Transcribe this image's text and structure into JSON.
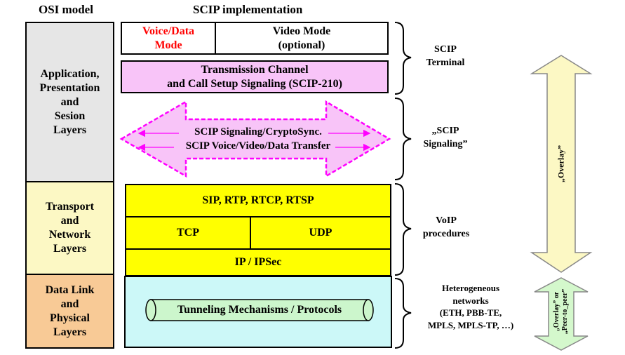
{
  "headers": {
    "osi": "OSI model",
    "scip": "SCIP implementation"
  },
  "osi_layers": [
    {
      "label": "Application,\nPresentation\nand\nSesion\nLayers",
      "color": "#e6e6e6"
    },
    {
      "label": "Transport\nand\nNetwork\nLayers",
      "color": "#fcf8c4"
    },
    {
      "label": "Data Link\nand\nPhysical\nLayers",
      "color": "#f8ca96"
    }
  ],
  "scip_top": {
    "voice_data": "Voice/Data\nMode",
    "voice_data_color": "#ff0000",
    "video": "Video Mode\n(optional)"
  },
  "transmission": {
    "label": "Transmission Channel\nand Call Setup Signaling (SCIP-210)",
    "color": "#f8c4f8"
  },
  "signaling_arrow": {
    "line1": "SCIP Signaling/CryptoSync.",
    "line2": "SCIP Voice/Video/Data Transfer",
    "fill": "#f8c4f8",
    "stroke": "#ff00ff"
  },
  "voip_stack": {
    "sip": "SIP, RTP, RTCP, RTSP",
    "tcp": "TCP",
    "udp": "UDP",
    "ip": "IP / IPSec",
    "color": "#ffff00"
  },
  "network": {
    "label": "Tunneling Mechanisms / Protocols",
    "color": "#ccf8f8",
    "cylinder_color": "#ccf6cc"
  },
  "side_labels": {
    "terminal": "SCIP\nTerminal",
    "signaling": "„SCIP\nSignaling”",
    "voip": "VoIP\nprocedures",
    "hetero": "Heterogeneous\nnetworks\n(ETH, PBB-TE,\nMPLS, MPLS-TP, …)"
  },
  "overlay_arrow": {
    "label": "„Overlay”",
    "fill": "#fcf8c4"
  },
  "overlay_p2p_arrow": {
    "line1": "„Overlay” or",
    "line2": "„Peer-to_peer”",
    "fill": "#d4f8cc"
  }
}
